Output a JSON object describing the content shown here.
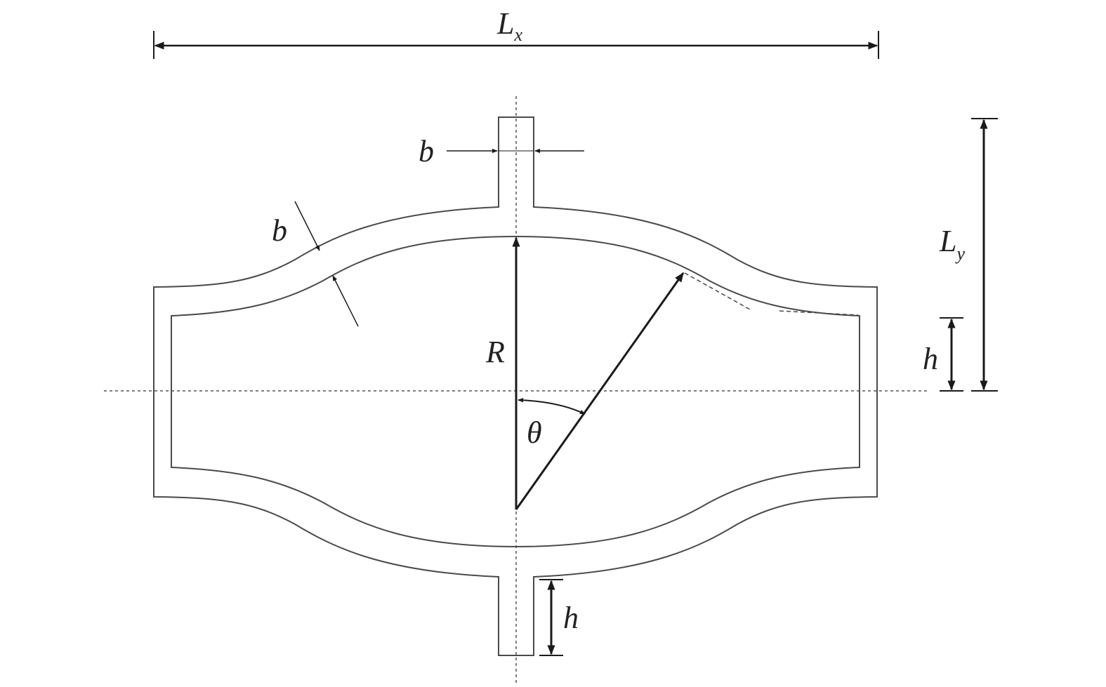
{
  "labels": {
    "Lx_main": "L",
    "Lx_sub": "x",
    "Ly_main": "L",
    "Ly_sub": "y",
    "b_top": "b",
    "b_wall": "b",
    "R": "R",
    "theta": "θ",
    "h_right": "h",
    "h_bottom": "h"
  },
  "colors": {
    "stroke": "#4a4a4a",
    "dim": "#1a1a1a",
    "text": "#222222"
  }
}
